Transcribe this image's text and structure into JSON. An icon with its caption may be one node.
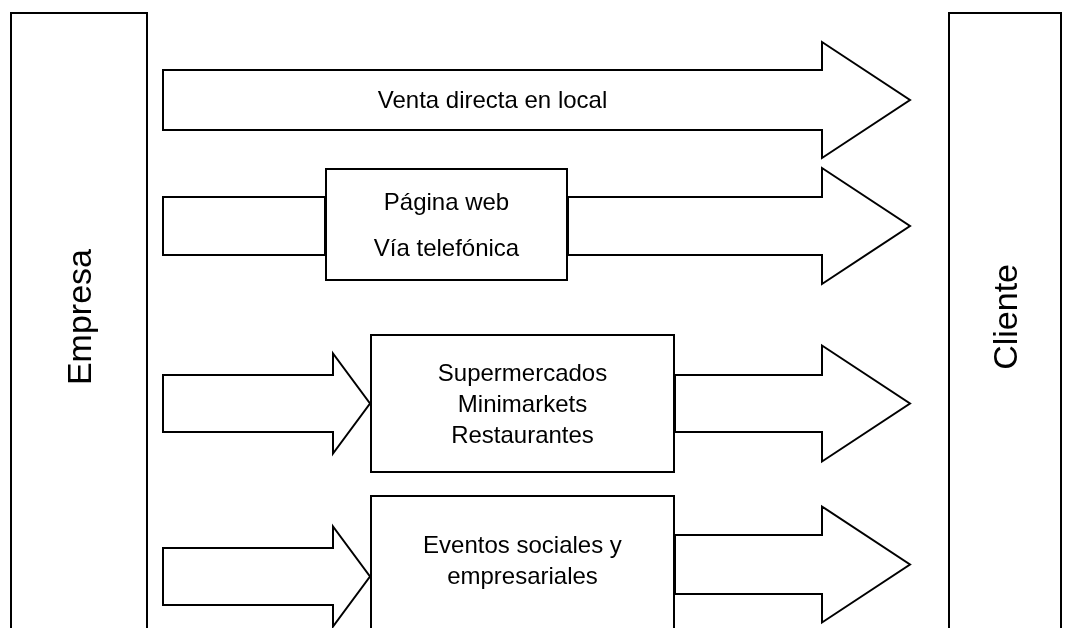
{
  "diagram": {
    "nodes": [
      {
        "text": [
          "Empresa"
        ]
      },
      {
        "text": [
          "Cliente"
        ]
      },
      {
        "text": [
          "Página web",
          "Vía telefónica"
        ]
      },
      {
        "text": [
          "Supermercados Minimarkets Restaurantes"
        ]
      },
      {
        "text": [
          "Eventos sociales y empresariales"
        ]
      }
    ],
    "edges": [
      {
        "from": 0,
        "to": 1,
        "arrow": "to",
        "label": "Venta directa en local"
      },
      {
        "from": 0,
        "to": 2,
        "arrow": "none"
      },
      {
        "from": 2,
        "to": 1,
        "arrow": "to"
      },
      {
        "from": 0,
        "to": 3,
        "arrow": "to"
      },
      {
        "from": 3,
        "to": 1,
        "arrow": "to"
      },
      {
        "from": 0,
        "to": 4,
        "arrow": "to"
      },
      {
        "from": 4,
        "to": 1,
        "arrow": "to"
      }
    ]
  }
}
